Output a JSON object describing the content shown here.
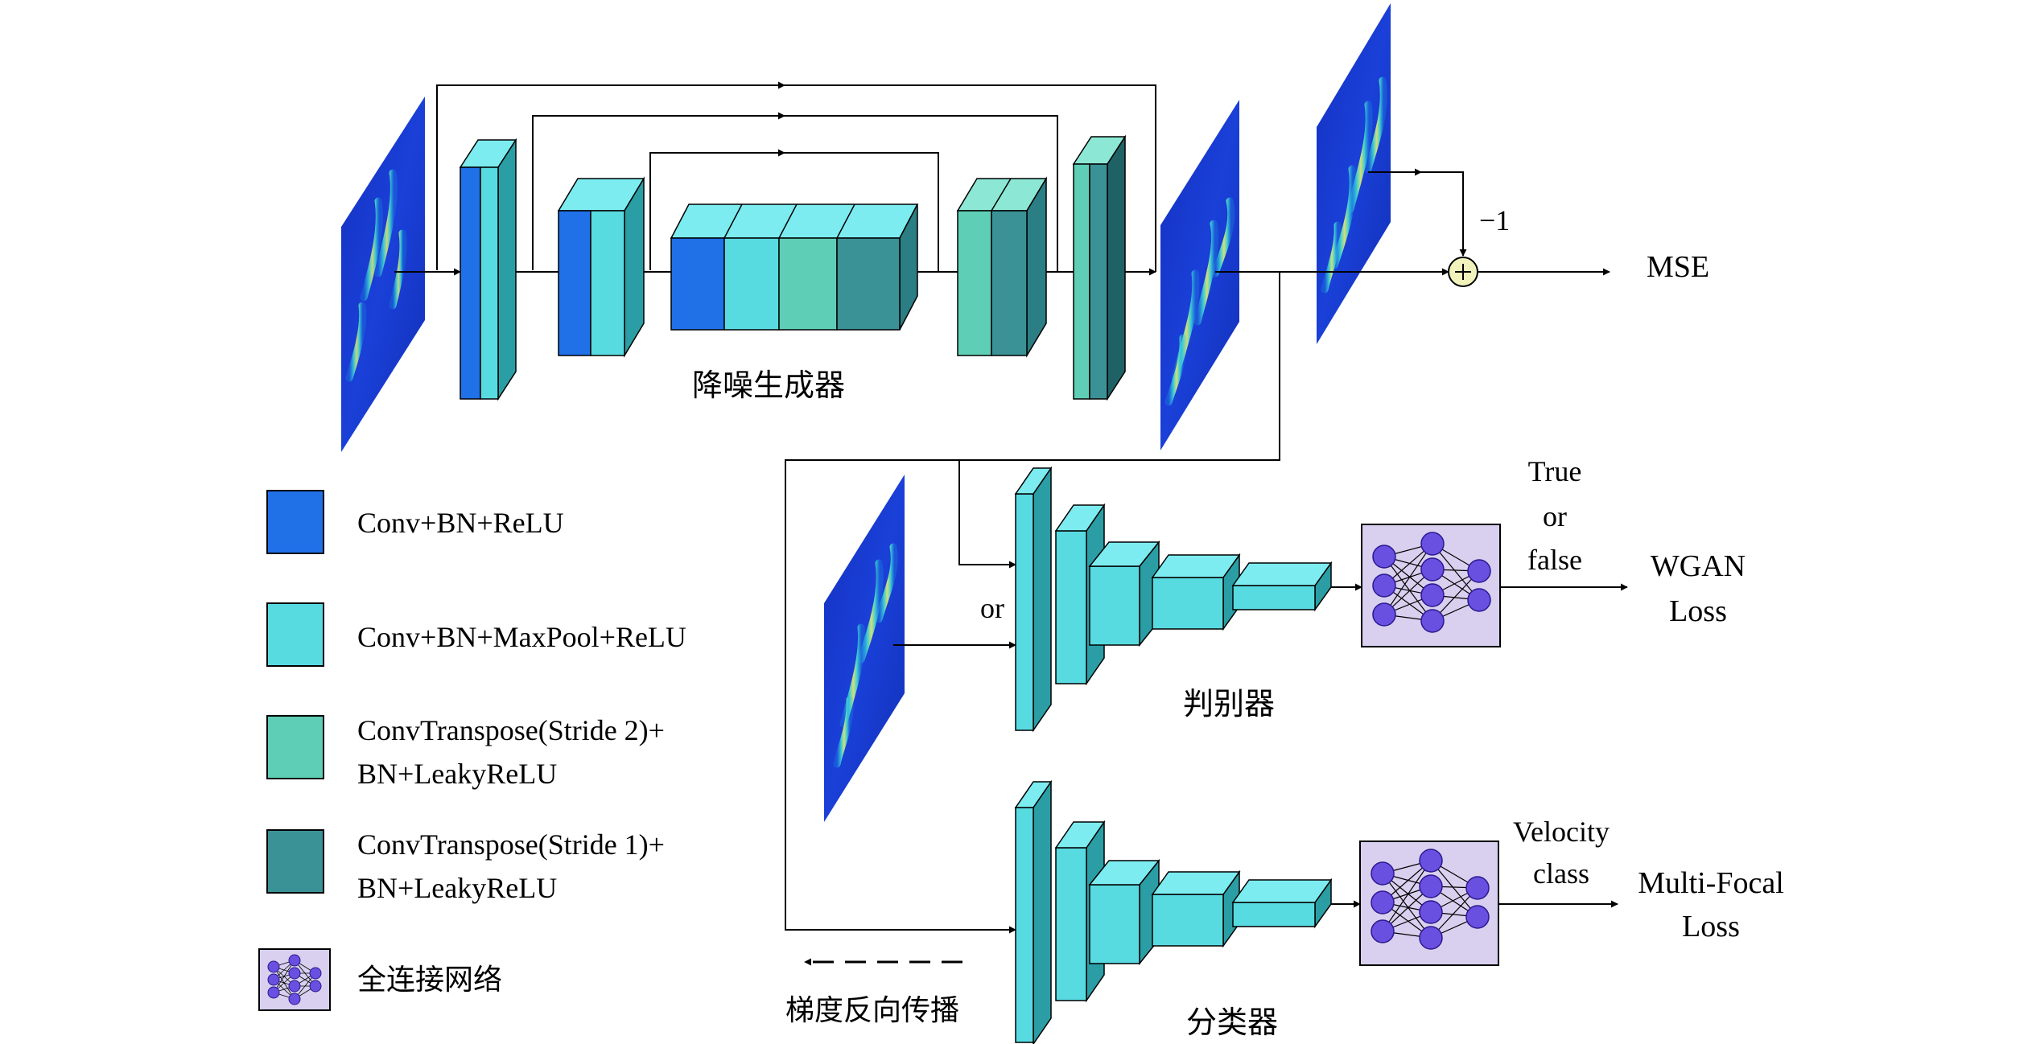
{
  "generator": {
    "label": "降噪生成器"
  },
  "discriminator": {
    "label": "判别器",
    "input_or": "or",
    "output_line1": "True",
    "output_line2": "or",
    "output_line3": "false",
    "loss_line1": "WGAN",
    "loss_line2": "Loss"
  },
  "classifier": {
    "label": "分类器",
    "output_line1": "Velocity",
    "output_line2": "class",
    "loss_line1": "Multi-Focal",
    "loss_line2": "Loss"
  },
  "residual": {
    "minus_one": "−1",
    "plus_symbol": "+",
    "loss": "MSE"
  },
  "legend": {
    "items": [
      {
        "line1": "Conv+BN+ReLU",
        "line2": "",
        "color": "#2070e8"
      },
      {
        "line1": "Conv+BN+MaxPool+ReLU",
        "line2": "",
        "color": "#58dbe0"
      },
      {
        "line1": "ConvTranspose(Stride 2)+",
        "line2": "BN+LeakyReLU",
        "color": "#5ecfb6"
      },
      {
        "line1": "ConvTranspose(Stride 1)+",
        "line2": "BN+LeakyReLU",
        "color": "#3a9296"
      },
      {
        "line1": "全连接网络",
        "line2": "",
        "color": "#d8d0ee"
      }
    ],
    "backprop_label": "梯度反向传播"
  },
  "colors": {
    "conv_bn_relu": "#2070e8",
    "conv_bn_maxpool_relu": "#58dbe0",
    "convtranspose_stride2": "#5ecfb6",
    "convtranspose_stride1": "#3a9296",
    "fc_box": "#d8d0ee",
    "neuron": "#6a50e0",
    "spectrogram_bg": "#1634c8",
    "sum_node": "#f2f2bc"
  }
}
